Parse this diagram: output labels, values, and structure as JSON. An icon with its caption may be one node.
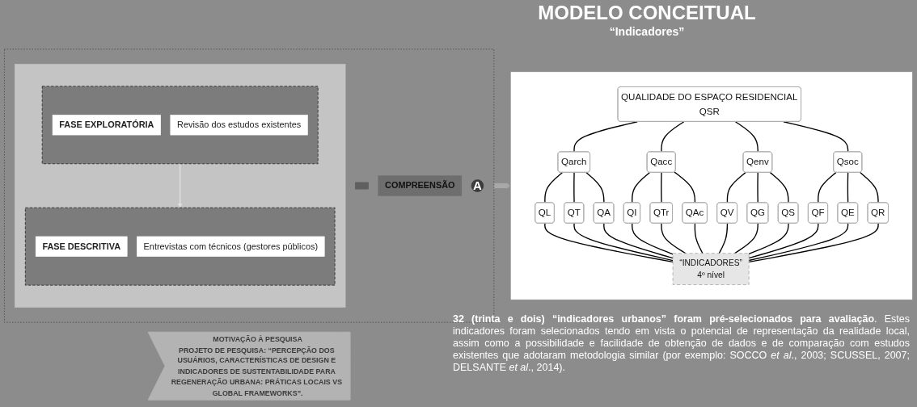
{
  "diagram": {
    "title": "MODELO CONCEITUAL",
    "nodes": [
      {
        "text": [
          "MOTIVAÇÃO À PESQUISA",
          "PROJETO DE PESQUISA: “PERCEPÇÃO DOS USUÁRIOS, CARACTERÍSTICAS DE DESIGN E INDICADORES DE SUSTENTABILIDADE PARA REGENERAÇÃO URBANA: PRÁTICAS LOCAIS VS GLOBAL FRAMEWORKS”."
        ]
      },
      {
        "text": [],
        "shape": "box"
      },
      {
        "text": [],
        "shape": "bar",
        "in": 1
      },
      {
        "text": [],
        "shape": "box",
        "in": 1
      },
      {
        "text": [],
        "shape": "box",
        "in": 3
      },
      {
        "text": [
          "FASE EXPLORATÓRIA"
        ],
        "in": 4
      },
      {
        "text": [
          "Revisão dos estudos existentes"
        ],
        "in": 4
      },
      {
        "text": [],
        "shape": "box",
        "in": 3
      },
      {
        "text": [
          "FASE DESCRITIVA"
        ],
        "in": 7
      },
      {
        "text": [
          "Entrevistas com técnicos (gestores públicos)"
        ],
        "in": 7
      },
      {
        "text": [
          "COMPREENSÃO"
        ],
        "in": 1
      },
      {
        "text": [
          "A"
        ],
        "in": 1
      },
      {
        "text": [],
        "shape": "box"
      },
      {
        "text": [
          "QUALIDADE DO ESPAÇO RESIDENCIAL",
          "QSR"
        ],
        "in": 12
      },
      {
        "text": [
          "Qarch"
        ],
        "in": 12
      },
      {
        "text": [
          "Qacc"
        ],
        "in": 12
      },
      {
        "text": [
          "Qenv"
        ],
        "in": 12
      },
      {
        "text": [
          "Qsoc"
        ],
        "in": 12
      },
      {
        "text": [
          "QL"
        ],
        "in": 12
      },
      {
        "text": [
          "QT"
        ],
        "in": 12
      },
      {
        "text": [
          "QA"
        ],
        "in": 12
      },
      {
        "text": [
          "QI"
        ],
        "in": 12
      },
      {
        "text": [
          "QTr"
        ],
        "in": 12
      },
      {
        "text": [
          "QAc"
        ],
        "in": 12
      },
      {
        "text": [
          "QV"
        ],
        "in": 12
      },
      {
        "text": [
          "QG"
        ],
        "in": 12
      },
      {
        "text": [
          "QS"
        ],
        "in": 12
      },
      {
        "text": [
          "QF"
        ],
        "in": 12
      },
      {
        "text": [
          "QE"
        ],
        "in": 12
      },
      {
        "text": [
          "QR"
        ],
        "in": 12
      },
      {
        "text": [
          "“INDICADORES”",
          "4º nível"
        ],
        "in": 12
      }
    ],
    "edges": [
      {
        "from": 4,
        "to": 7,
        "arrow": "to",
        "color": "#e0e0e0"
      },
      {
        "from": 1,
        "to": 12,
        "arrow": "to",
        "style": "thick",
        "color": "#a8a8a8"
      },
      {
        "from": 13,
        "to": 14,
        "arrow": "none"
      },
      {
        "from": 13,
        "to": 15,
        "arrow": "none"
      },
      {
        "from": 13,
        "to": 16,
        "arrow": "none"
      },
      {
        "from": 13,
        "to": 17,
        "arrow": "none"
      },
      {
        "from": 14,
        "to": 18,
        "arrow": "none"
      },
      {
        "from": 14,
        "to": 19,
        "arrow": "none"
      },
      {
        "from": 14,
        "to": 20,
        "arrow": "none"
      },
      {
        "from": 15,
        "to": 21,
        "arrow": "none"
      },
      {
        "from": 15,
        "to": 22,
        "arrow": "none"
      },
      {
        "from": 15,
        "to": 23,
        "arrow": "none"
      },
      {
        "from": 16,
        "to": 24,
        "arrow": "none"
      },
      {
        "from": 16,
        "to": 25,
        "arrow": "none"
      },
      {
        "from": 16,
        "to": 26,
        "arrow": "none"
      },
      {
        "from": 17,
        "to": 27,
        "arrow": "none"
      },
      {
        "from": 17,
        "to": 28,
        "arrow": "none"
      },
      {
        "from": 17,
        "to": 29,
        "arrow": "none"
      },
      {
        "from": 18,
        "to": 30,
        "arrow": "none"
      },
      {
        "from": 19,
        "to": 30,
        "arrow": "none"
      },
      {
        "from": 20,
        "to": 30,
        "arrow": "none"
      },
      {
        "from": 21,
        "to": 30,
        "arrow": "none"
      },
      {
        "from": 22,
        "to": 30,
        "arrow": "none"
      },
      {
        "from": 23,
        "to": 30,
        "arrow": "none"
      },
      {
        "from": 24,
        "to": 30,
        "arrow": "none"
      },
      {
        "from": 25,
        "to": 30,
        "arrow": "none"
      },
      {
        "from": 26,
        "to": 30,
        "arrow": "none"
      },
      {
        "from": 27,
        "to": 30,
        "arrow": "none"
      },
      {
        "from": 28,
        "to": 30,
        "arrow": "none"
      },
      {
        "from": 29,
        "to": 30,
        "arrow": "none"
      }
    ],
    "labels": [
      "“Indicadores”",
      "**32 (trinta e dois) “indicadores urbanos” foram pré-selecionados para avaliação**. Estes indicadores foram selecionados tendo em vista o potencial de representação da realidade local, assim como a possibilidade e facilidade de obtenção de dados e de comparação com estudos existentes que adotaram metodologia similar (por exemplo: SOCCO *et al*., 2003; SCUSSEL, 2007; DELSANTE *et al*., 2014)."
    ]
  }
}
